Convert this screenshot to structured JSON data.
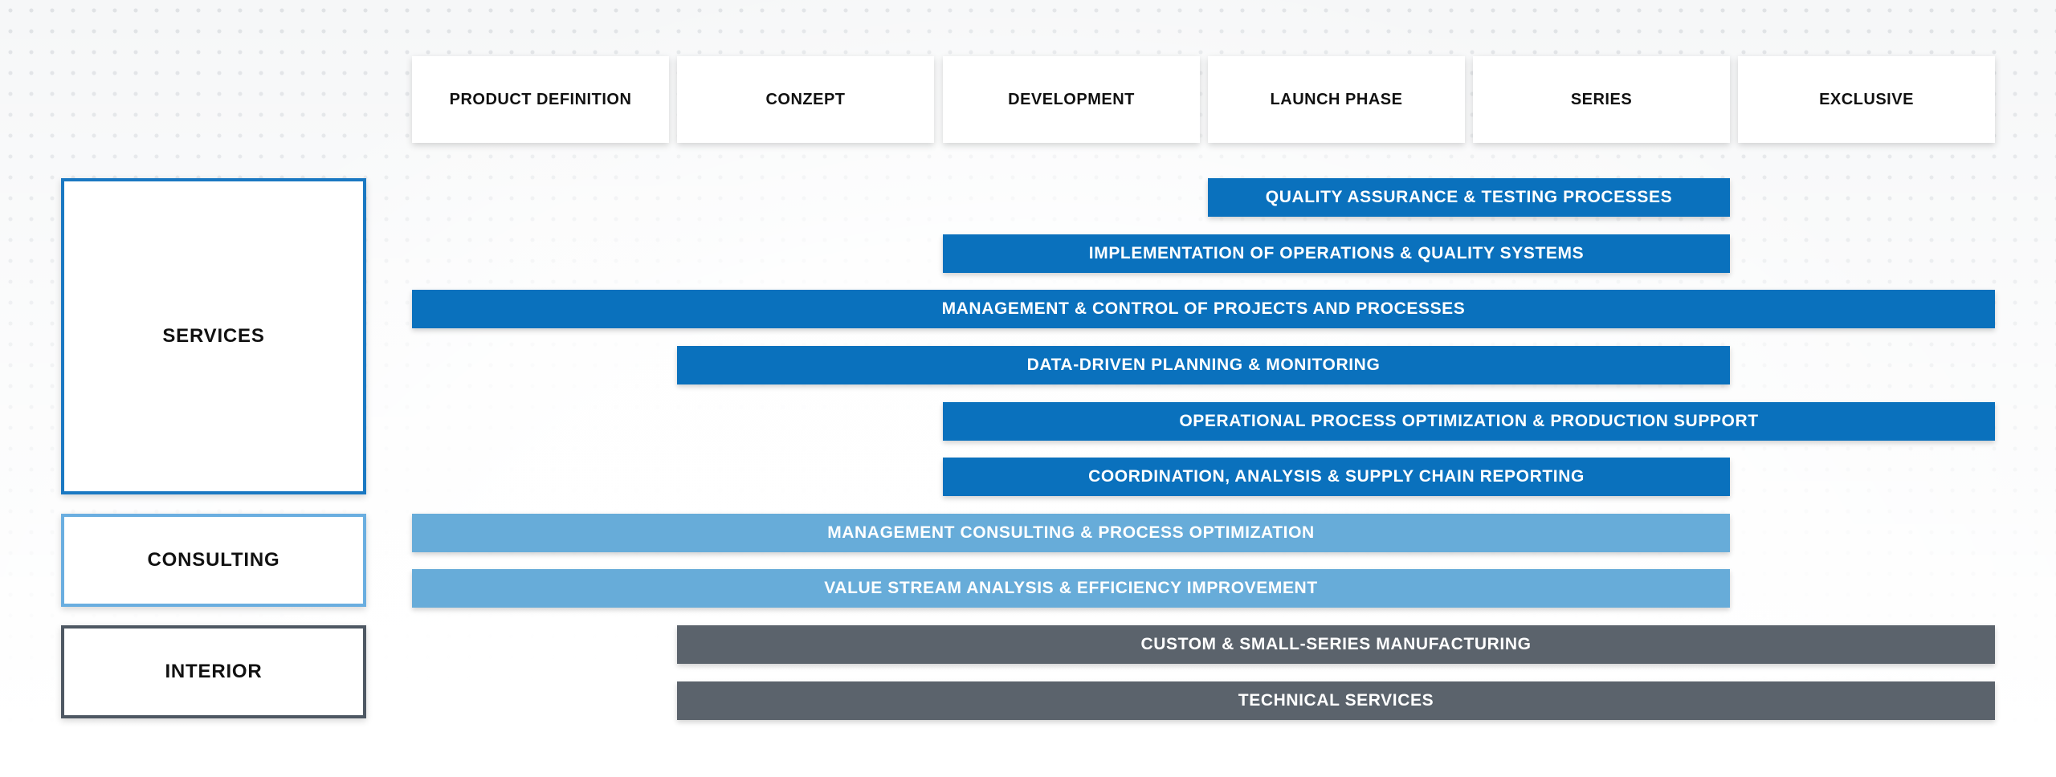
{
  "phases": [
    "PRODUCT DEFINITION",
    "CONZEPT",
    "DEVELOPMENT",
    "LAUNCH PHASE",
    "SERIES",
    "EXCLUSIVE"
  ],
  "categories": [
    {
      "label": "SERVICES"
    },
    {
      "label": "CONSULTING"
    },
    {
      "label": "INTERIOR"
    }
  ],
  "bars": [
    {
      "label": "QUALITY ASSURANCE & TESTING PROCESSES",
      "category": "SERVICES",
      "start_phase": "LAUNCH PHASE",
      "end_phase": "SERIES",
      "color": "#0a71bd"
    },
    {
      "label": "IMPLEMENTATION OF OPERATIONS & QUALITY SYSTEMS",
      "category": "SERVICES",
      "start_phase": "DEVELOPMENT",
      "end_phase": "SERIES",
      "color": "#0a71bd"
    },
    {
      "label": "MANAGEMENT & CONTROL OF PROJECTS AND PROCESSES",
      "category": "SERVICES",
      "start_phase": "PRODUCT DEFINITION",
      "end_phase": "EXCLUSIVE",
      "color": "#0a71bd"
    },
    {
      "label": "DATA-DRIVEN PLANNING & MONITORING",
      "category": "SERVICES",
      "start_phase": "CONZEPT",
      "end_phase": "SERIES",
      "color": "#0a71bd"
    },
    {
      "label": "OPERATIONAL PROCESS OPTIMIZATION & PRODUCTION SUPPORT",
      "category": "SERVICES",
      "start_phase": "DEVELOPMENT",
      "end_phase": "EXCLUSIVE",
      "color": "#0a71bd"
    },
    {
      "label": "COORDINATION, ANALYSIS & SUPPLY CHAIN REPORTING",
      "category": "SERVICES",
      "start_phase": "DEVELOPMENT",
      "end_phase": "SERIES",
      "color": "#0a71bd"
    },
    {
      "label": "MANAGEMENT CONSULTING & PROCESS OPTIMIZATION",
      "category": "CONSULTING",
      "start_phase": "PRODUCT DEFINITION",
      "end_phase": "SERIES",
      "color": "#67acd9"
    },
    {
      "label": "VALUE STREAM ANALYSIS & EFFICIENCY IMPROVEMENT",
      "category": "CONSULTING",
      "start_phase": "PRODUCT DEFINITION",
      "end_phase": "SERIES",
      "color": "#67acd9"
    },
    {
      "label": "CUSTOM & SMALL-SERIES MANUFACTURING",
      "category": "INTERIOR",
      "start_phase": "CONZEPT",
      "end_phase": "EXCLUSIVE",
      "color": "#5b636c"
    },
    {
      "label": "TECHNICAL SERVICES",
      "category": "INTERIOR",
      "start_phase": "CONZEPT",
      "end_phase": "EXCLUSIVE",
      "color": "#5b636c"
    }
  ],
  "colors": {
    "services_blue": "#0a71bd",
    "consulting_blue": "#67acd9",
    "interior_gray": "#5b636c"
  }
}
